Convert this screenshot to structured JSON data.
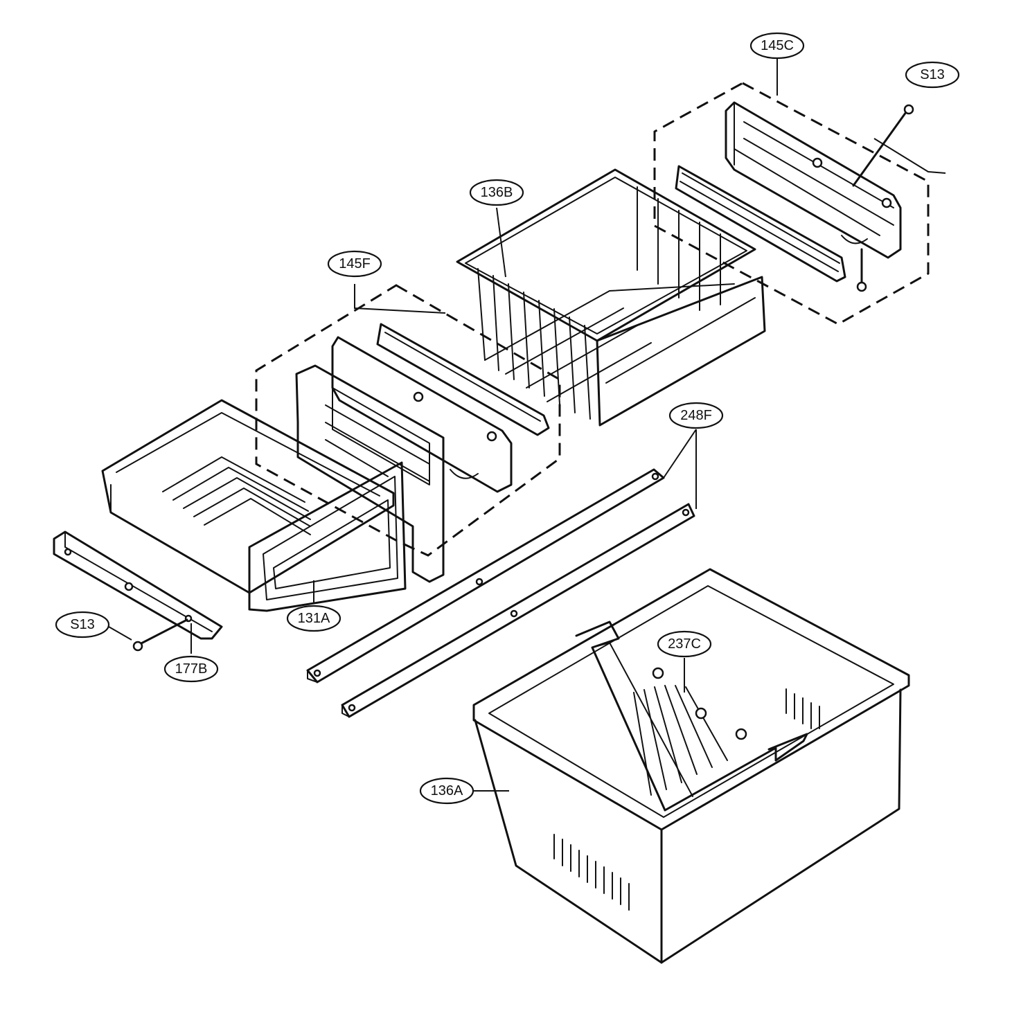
{
  "callouts": {
    "c145C": "145C",
    "cS13a": "S13",
    "c136B": "136B",
    "c145F": "145F",
    "c248F": "248F",
    "cS13b": "S13",
    "c177B": "177B",
    "c131A": "131A",
    "c237C": "237C",
    "c136A": "136A"
  },
  "ink_color": "#111111",
  "paper_color": "#ffffff"
}
